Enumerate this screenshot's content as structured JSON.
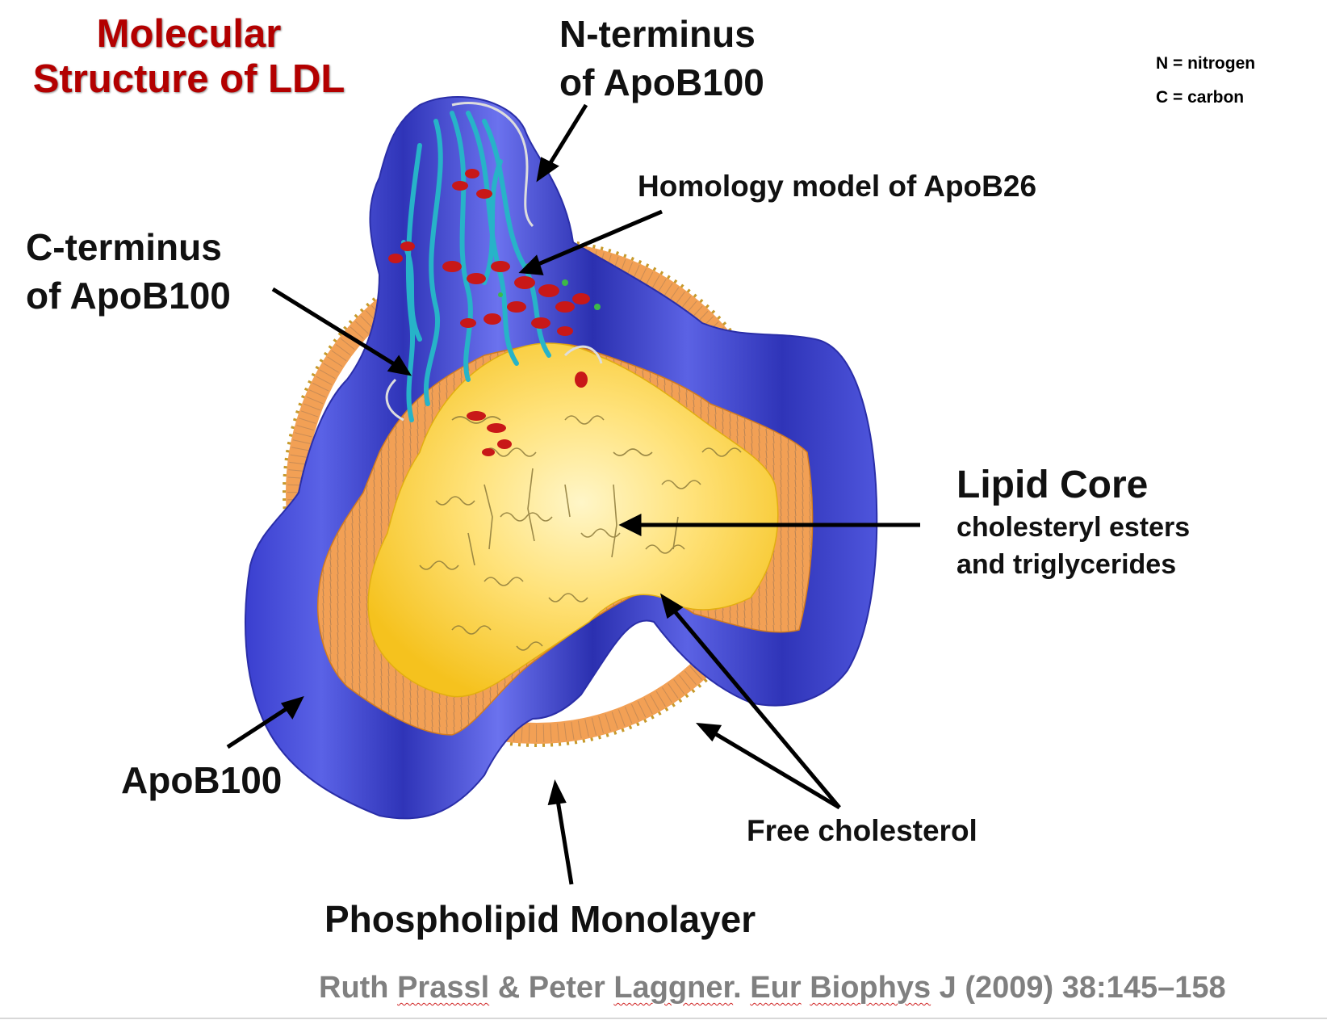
{
  "title": {
    "line1": "Molecular",
    "line2": "Structure of LDL"
  },
  "legend": {
    "n": "N = nitrogen",
    "c": "C = carbon"
  },
  "labels": {
    "n_terminus_1": "N-terminus",
    "n_terminus_2": "of ApoB100",
    "homology": "Homology model of ApoB26",
    "c_terminus_1": "C-terminus",
    "c_terminus_2": "of ApoB100",
    "lipid_core": "Lipid Core",
    "lipid_core_sub1": "cholesteryl esters",
    "lipid_core_sub2": "and triglycerides",
    "apob100": "ApoB100",
    "free_cholesterol": "Free cholesterol",
    "phospholipid": "Phospholipid Monolayer"
  },
  "citation": {
    "authors_a": "Ruth ",
    "prassl": "Prassl",
    "amp": " & Peter ",
    "laggner": "Laggner",
    "dot": ". ",
    "eur": "Eur",
    "sp": " ",
    "biophys": "Biophys",
    "rest": " J (2009) 38:145–158"
  },
  "colors": {
    "title": "#b30000",
    "apob": "#3b3fd0",
    "monolayer": "#f39a45",
    "core": "#ffd84a",
    "helix": "#c81818",
    "strand": "#27b3c8"
  }
}
